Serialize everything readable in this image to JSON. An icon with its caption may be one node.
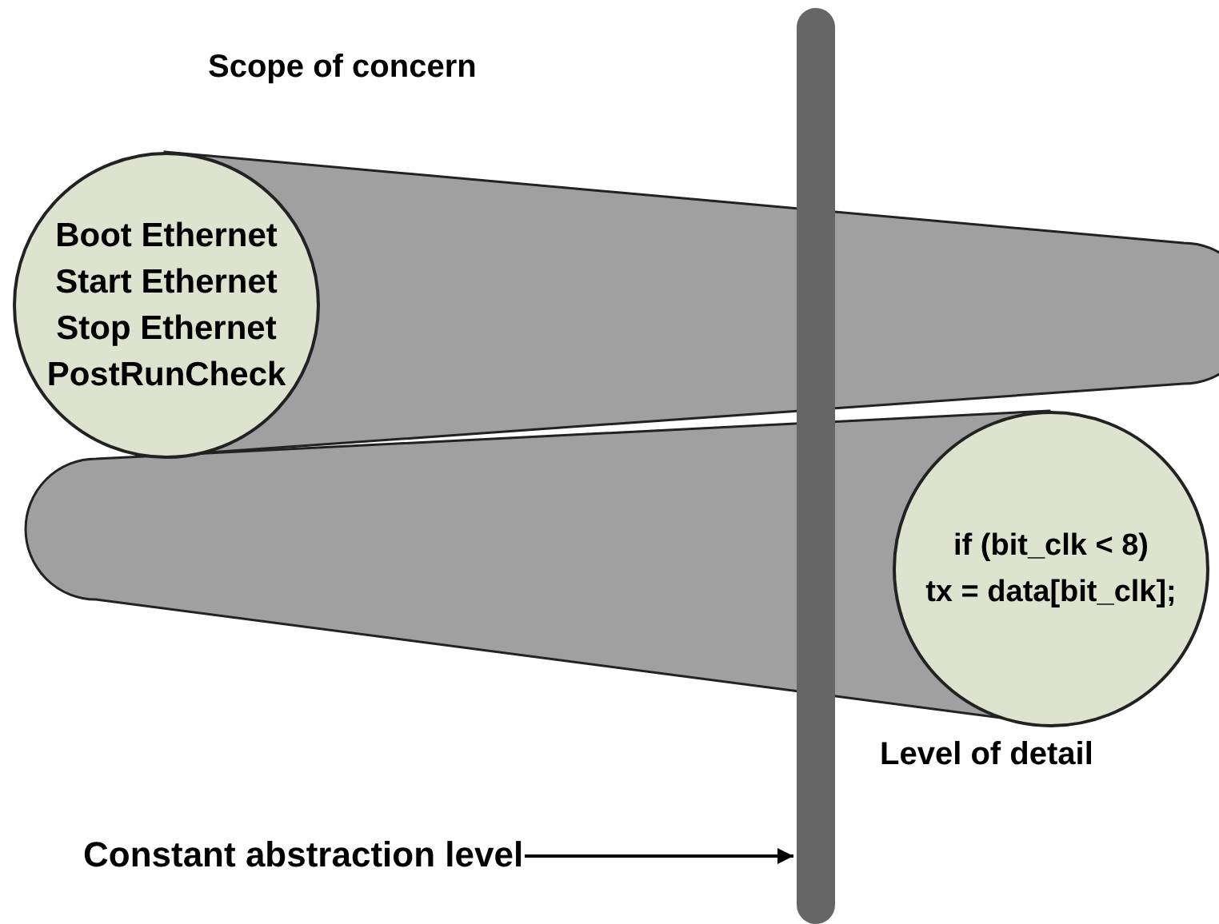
{
  "diagram": {
    "nodes": [
      {
        "text": [
          "Boot Ethernet",
          "Start Ethernet",
          "Stop Ethernet",
          "PostRunCheck"
        ],
        "beside": [
          "Scope of concern"
        ]
      },
      {
        "text": [
          "if (bit_clk < 8)",
          "tx = data[bit_clk];"
        ],
        "beside": [
          "Level of detail"
        ]
      },
      {
        "text": [
          "Constant abstraction level"
        ]
      },
      {
        "text": [],
        "shape": "bar"
      }
    ],
    "edges": [
      {
        "from": 2,
        "to": 3,
        "arrow": "to"
      }
    ]
  }
}
